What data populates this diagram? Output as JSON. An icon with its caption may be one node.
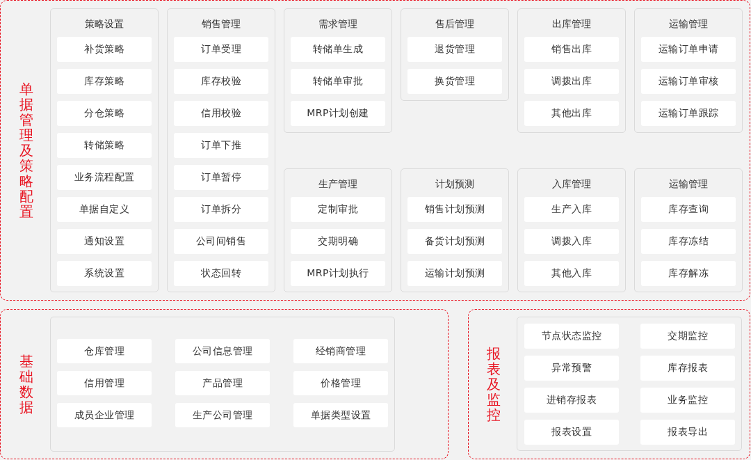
{
  "diagram": {
    "nodes": [
      {
        "text": [
          "单据管理及策略配置"
        ]
      },
      {
        "text": [
          "策略设置"
        ],
        "in": 0
      },
      {
        "text": [
          "补货策略"
        ],
        "in": 1
      },
      {
        "text": [
          "库存策略"
        ],
        "in": 1
      },
      {
        "text": [
          "分仓策略"
        ],
        "in": 1
      },
      {
        "text": [
          "转储策略"
        ],
        "in": 1
      },
      {
        "text": [
          "业务流程配置"
        ],
        "in": 1
      },
      {
        "text": [
          "单据自定义"
        ],
        "in": 1
      },
      {
        "text": [
          "通知设置"
        ],
        "in": 1
      },
      {
        "text": [
          "系统设置"
        ],
        "in": 1
      },
      {
        "text": [
          "销售管理"
        ],
        "in": 0
      },
      {
        "text": [
          "订单受理"
        ],
        "in": 10
      },
      {
        "text": [
          "库存校验"
        ],
        "in": 10
      },
      {
        "text": [
          "信用校验"
        ],
        "in": 10
      },
      {
        "text": [
          "订单下推"
        ],
        "in": 10
      },
      {
        "text": [
          "订单暂停"
        ],
        "in": 10
      },
      {
        "text": [
          "订单拆分"
        ],
        "in": 10
      },
      {
        "text": [
          "公司间销售"
        ],
        "in": 10
      },
      {
        "text": [
          "状态回转"
        ],
        "in": 10
      },
      {
        "text": [
          "需求管理"
        ],
        "in": 0
      },
      {
        "text": [
          "转储单生成"
        ],
        "in": 19
      },
      {
        "text": [
          "转储单审批"
        ],
        "in": 19
      },
      {
        "text": [
          "MRP计划创建"
        ],
        "in": 19
      },
      {
        "text": [
          "售后管理"
        ],
        "in": 0
      },
      {
        "text": [
          "退货管理"
        ],
        "in": 23
      },
      {
        "text": [
          "换货管理"
        ],
        "in": 23
      },
      {
        "text": [
          "出库管理"
        ],
        "in": 0
      },
      {
        "text": [
          "销售出库"
        ],
        "in": 26
      },
      {
        "text": [
          "调拨出库"
        ],
        "in": 26
      },
      {
        "text": [
          "其他出库"
        ],
        "in": 26
      },
      {
        "text": [
          "运输管理"
        ],
        "in": 0
      },
      {
        "text": [
          "运输订单申请"
        ],
        "in": 30
      },
      {
        "text": [
          "运输订单审核"
        ],
        "in": 30
      },
      {
        "text": [
          "运输订单跟踪"
        ],
        "in": 30
      },
      {
        "text": [
          "生产管理"
        ],
        "in": 0
      },
      {
        "text": [
          "定制审批"
        ],
        "in": 34
      },
      {
        "text": [
          "交期明确"
        ],
        "in": 34
      },
      {
        "text": [
          "MRP计划执行"
        ],
        "in": 34
      },
      {
        "text": [
          "计划预测"
        ],
        "in": 0
      },
      {
        "text": [
          "销售计划预测"
        ],
        "in": 38
      },
      {
        "text": [
          "备货计划预测"
        ],
        "in": 38
      },
      {
        "text": [
          "运输计划预测"
        ],
        "in": 38
      },
      {
        "text": [
          "入库管理"
        ],
        "in": 0
      },
      {
        "text": [
          "生产入库"
        ],
        "in": 42
      },
      {
        "text": [
          "调拨入库"
        ],
        "in": 42
      },
      {
        "text": [
          "其他入库"
        ],
        "in": 42
      },
      {
        "text": [
          "运输管理"
        ],
        "in": 0
      },
      {
        "text": [
          "库存查询"
        ],
        "in": 46
      },
      {
        "text": [
          "库存冻结"
        ],
        "in": 46
      },
      {
        "text": [
          "库存解冻"
        ],
        "in": 46
      },
      {
        "text": [
          "基础数据"
        ]
      },
      {
        "text": [],
        "shape": "box",
        "in": 50
      },
      {
        "text": [
          "仓库管理"
        ],
        "in": 51
      },
      {
        "text": [
          "公司信息管理"
        ],
        "in": 51
      },
      {
        "text": [
          "经销商管理"
        ],
        "in": 51
      },
      {
        "text": [
          "信用管理"
        ],
        "in": 51
      },
      {
        "text": [
          "产品管理"
        ],
        "in": 51
      },
      {
        "text": [
          "价格管理"
        ],
        "in": 51
      },
      {
        "text": [
          "成员企业管理"
        ],
        "in": 51
      },
      {
        "text": [
          "生产公司管理"
        ],
        "in": 51
      },
      {
        "text": [
          "单据类型设置"
        ],
        "in": 51
      },
      {
        "text": [
          "报表及监控"
        ]
      },
      {
        "text": [],
        "shape": "box",
        "in": 61
      },
      {
        "text": [
          "节点状态监控"
        ],
        "in": 62
      },
      {
        "text": [
          "交期监控"
        ],
        "in": 62
      },
      {
        "text": [
          "异常预警"
        ],
        "in": 62
      },
      {
        "text": [
          "库存报表"
        ],
        "in": 62
      },
      {
        "text": [
          "进销存报表"
        ],
        "in": 62
      },
      {
        "text": [
          "业务监控"
        ],
        "in": 62
      },
      {
        "text": [
          "报表设置"
        ],
        "in": 62
      },
      {
        "text": [
          "报表导出"
        ],
        "in": 62
      }
    ]
  }
}
